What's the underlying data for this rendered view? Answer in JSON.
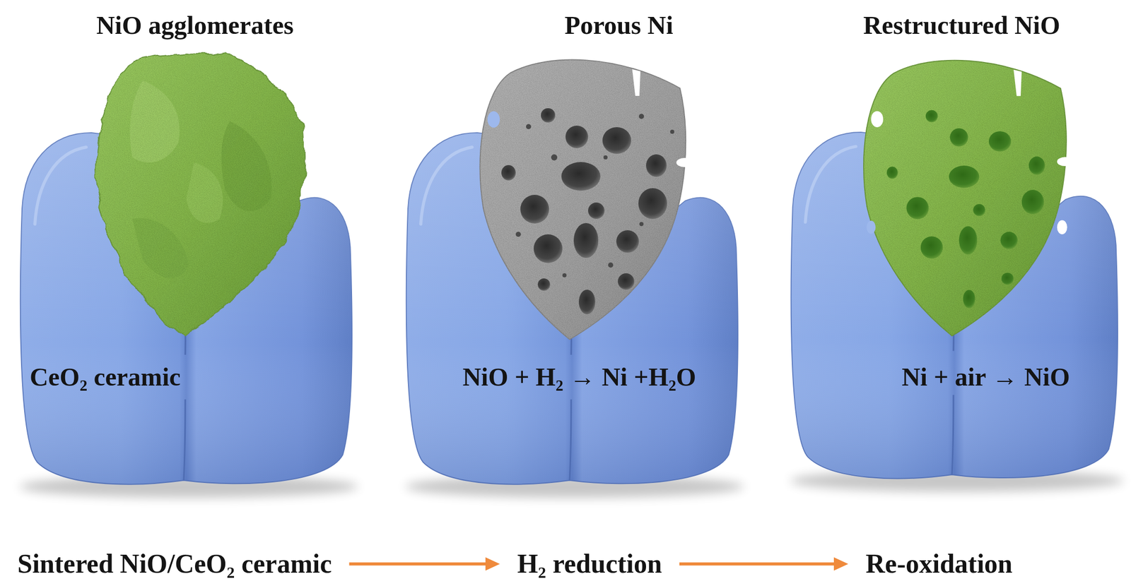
{
  "diagram": {
    "nodes": [
      {
        "text": [
          "NiO agglomerates",
          "CeO₂ ceramic"
        ]
      },
      {
        "text": [
          "Porous Ni",
          "NiO + H₂ → Ni +H₂O"
        ]
      },
      {
        "text": [
          "Restructured NiO",
          "Ni + air → NiO"
        ]
      },
      {
        "text": [
          "Sintered NiO/CeO₂ ceramic"
        ]
      },
      {
        "text": [
          "H₂ reduction"
        ]
      },
      {
        "text": [
          "Re-oxidation"
        ]
      }
    ],
    "edges": [
      {
        "from": 3,
        "to": 4,
        "arrow": "to"
      },
      {
        "from": 4,
        "to": 5,
        "arrow": "to"
      }
    ]
  }
}
